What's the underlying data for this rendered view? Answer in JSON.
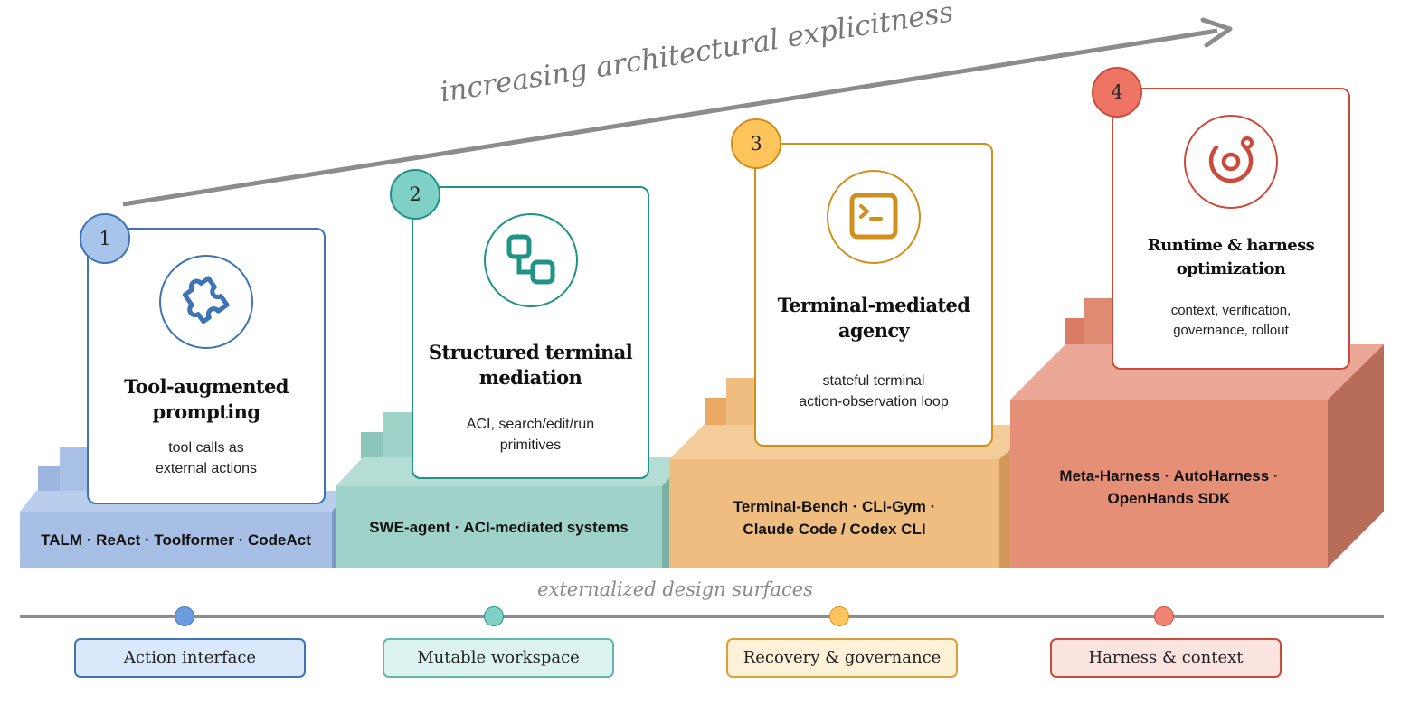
{
  "arrow_label": "increasing architectural explicitness",
  "axis_label": "externalized design surfaces",
  "stages": [
    {
      "number": "1",
      "title_lines": [
        "Tool-augmented",
        "prompting"
      ],
      "desc_lines": [
        "tool calls as",
        "external actions"
      ],
      "systems_lines": [
        "TALM · ReAct · Toolformer · CodeAct"
      ],
      "icon": "puzzle-icon",
      "color": "#3f74b4",
      "light": "#a7bfe4",
      "surface": "Action interface"
    },
    {
      "number": "2",
      "title_lines": [
        "Structured terminal",
        "mediation"
      ],
      "desc_lines": [
        "ACI, search/edit/run",
        "primitives"
      ],
      "systems_lines": [
        "SWE-agent · ACI-mediated systems"
      ],
      "icon": "workflow-icon",
      "color": "#1f9486",
      "light": "#9fd3c9",
      "surface": "Mutable workspace"
    },
    {
      "number": "3",
      "title_lines": [
        "Terminal-mediated",
        "agency"
      ],
      "desc_lines": [
        "stateful terminal",
        "action-observation loop"
      ],
      "systems_lines": [
        "Terminal-Bench · CLI-Gym ·",
        "Claude Code / Codex CLI"
      ],
      "icon": "terminal-icon",
      "color": "#d18f1c",
      "light": "#f0bd80",
      "surface": "Recovery & governance"
    },
    {
      "number": "4",
      "title_lines": [
        "Runtime & harness",
        "optimization"
      ],
      "desc_lines": [
        "context, verification,",
        "governance, rollout"
      ],
      "systems_lines": [
        "Meta-Harness · AutoHarness ·",
        "OpenHands SDK"
      ],
      "icon": "orbit-icon",
      "color": "#cc4a3c",
      "light": "#e58f77",
      "surface": "Harness & context"
    }
  ]
}
